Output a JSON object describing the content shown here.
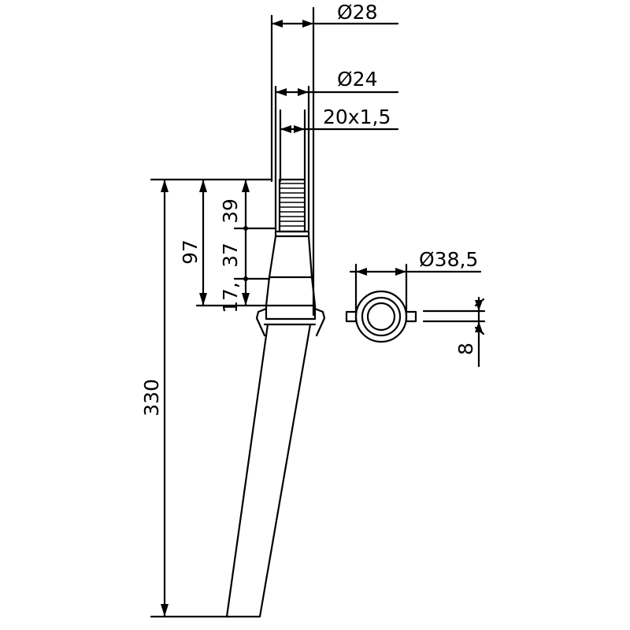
{
  "dimensions": {
    "dia_28": "Ø28",
    "dia_24": "Ø24",
    "thread": "20x1,5",
    "dia_38_5": "Ø38,5",
    "len_39": "39",
    "len_37": "37",
    "len_17": "17,",
    "len_97": "97",
    "len_330": "330",
    "width_8": "8"
  },
  "colors": {
    "ink": "#000000",
    "paper": "#ffffff"
  }
}
